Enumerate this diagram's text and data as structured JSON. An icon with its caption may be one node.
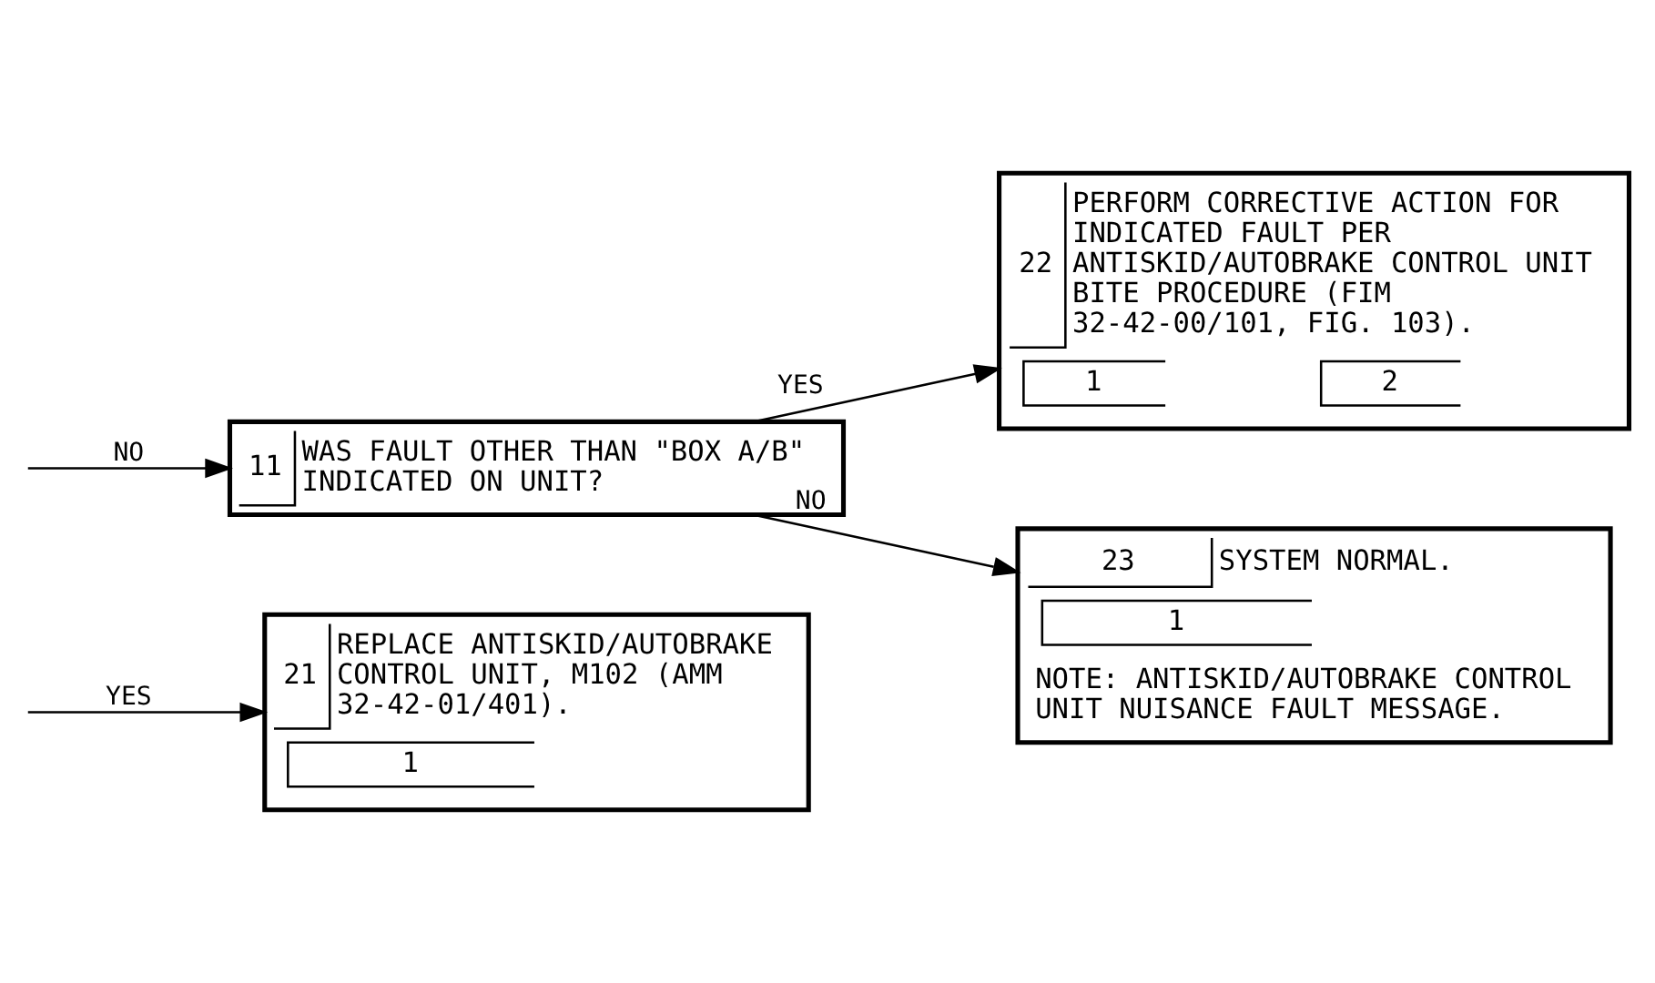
{
  "diagram": {
    "nodes": [
      {
        "text": [
          "21",
          "REPLACE ANTISKID/AUTOBRAKE CONTROL UNIT, M102 (AMM 32-42-01/401).",
          "1"
        ]
      },
      {
        "text": [
          "11",
          "WAS FAULT OTHER THAN \"BOX A/B\" INDICATED ON UNIT?"
        ]
      },
      {
        "text": [
          "22",
          "PERFORM CORRECTIVE ACTION FOR INDICATED FAULT PER ANTISKID/AUTOBRAKE CONTROL UNIT BITE PROCEDURE (FIM 32-42-00/101, FIG. 103).",
          "1",
          "2"
        ]
      },
      {
        "text": [
          "23",
          "SYSTEM NORMAL.",
          "1",
          "NOTE: ANTISKID/AUTOBRAKE CONTROL UNIT NUISANCE FAULT MESSAGE."
        ]
      }
    ],
    "edges": [
      {
        "from": null,
        "to": 0,
        "arrow": "to",
        "label": "YES"
      },
      {
        "from": null,
        "to": 1,
        "arrow": "to",
        "label": "NO"
      },
      {
        "from": 1,
        "to": 2,
        "arrow": "to",
        "label": "YES"
      },
      {
        "from": 1,
        "to": 3,
        "arrow": "to",
        "label": "NO"
      }
    ]
  }
}
